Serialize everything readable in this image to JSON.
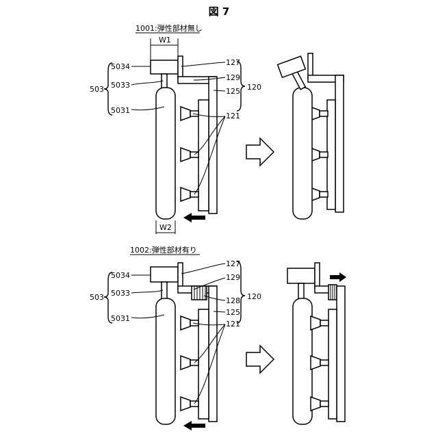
{
  "figure_title": "図 7",
  "panels": {
    "top_caption": "1001:弾性部材無し",
    "bottom_caption": "1002:弾性部材有り"
  },
  "dimensions": {
    "w1": "W1",
    "w2": "W2"
  },
  "labels": {
    "l503": "503",
    "l5034": "5034",
    "l5033": "5033",
    "l5031": "5031",
    "l127": "127",
    "l129": "129",
    "l125": "125",
    "l120": "120",
    "l121": "121",
    "l128": "128"
  },
  "colors": {
    "ink": "#000000",
    "background": "#ffffff"
  },
  "icons": [
    "left-arrow",
    "right-arrow",
    "hollow-right-arrow",
    "spring"
  ]
}
